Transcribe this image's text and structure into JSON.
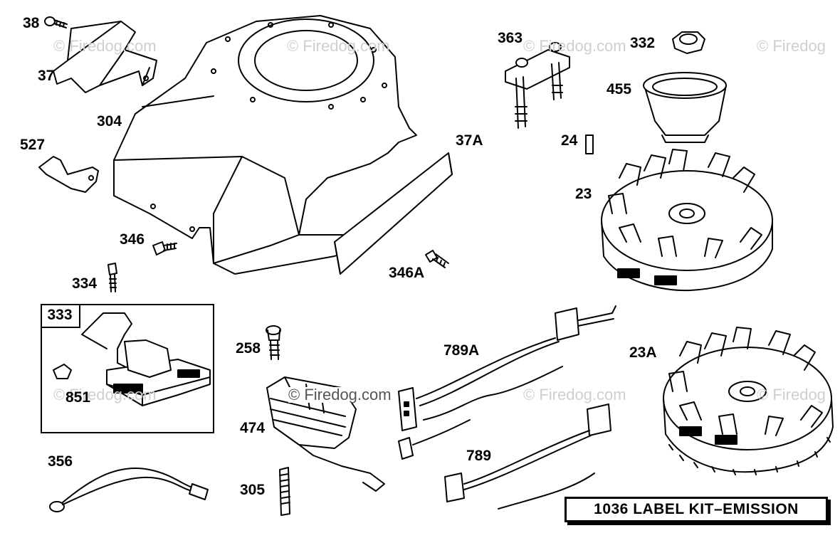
{
  "diagram": {
    "watermark": "© Firedog.com",
    "watermark_partial": "© Firedog",
    "kit_label": "1036 LABEL KIT–EMISSION",
    "group_box_label": "333",
    "parts": {
      "p38": "38",
      "p37": "37",
      "p304": "304",
      "p527": "527",
      "p346": "346",
      "p334": "334",
      "p851": "851",
      "p356": "356",
      "p363": "363",
      "p332": "332",
      "p455": "455",
      "p24": "24",
      "p23": "23",
      "p37A": "37A",
      "p346A": "346A",
      "p258": "258",
      "p474": "474",
      "p305": "305",
      "p789A": "789A",
      "p789": "789",
      "p23A": "23A"
    }
  }
}
